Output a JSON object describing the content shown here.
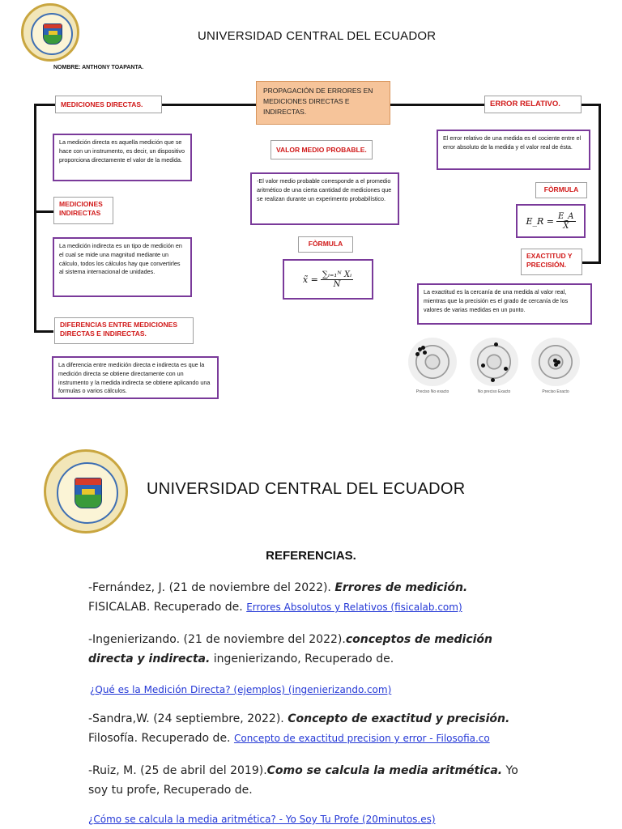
{
  "header": {
    "university": "UNIVERSIDAD CENTRAL DEL ECUADOR",
    "student": "NOMBRE: ANTHONY TOAPANTA."
  },
  "map": {
    "center_title": "PROPAGACIÓN DE ERRORES EN MEDICIONES DIRECTAS E INDIRECTAS.",
    "left": {
      "directas_label": "MEDICIONES DIRECTAS.",
      "directas_text": "La medición directa es aquella medición que se hace con un instrumento, es decir, un dispositivo proporciona directamente el valor de la medida.",
      "indirectas_label": "MEDICIONES INDIRECTAS",
      "indirectas_text": "La medición indirecta es un tipo de medición en el cual se mide una magnitud mediante un cálculo, todos los cálculos hay que convertirles al sistema internacional de unidades.",
      "diferencias_label": "DIFERENCIAS ENTRE MEDICIONES DIRECTAS E INDIRECTAS.",
      "diferencias_text": "La diferencia entre medición directa e indirecta es que la medición directa se obtiene directamente con un instrumento y la medida indirecta se obtiene aplicando una formulas o varios cálculos."
    },
    "middle": {
      "valor_label": "VALOR MEDIO PROBABLE.",
      "valor_text": "-El valor medio probable corresponde a el promedio aritmético de una cierta cantidad de mediciones que se realizan durante un experimento probabilístico.",
      "formula_label": "FÒRMULA",
      "formula_lhs": "x̃ =",
      "formula_num": "∑ᵢ₌₁ᴺ Xᵢ",
      "formula_den": "N"
    },
    "right": {
      "error_label": "ERROR RELATIVO.",
      "error_text": "El error relativo de una medida es el cociente entre el error absoluto de la medida y el valor real de ésta.",
      "formula_label": "FÒRMULA",
      "formula_lhs": "E_R =",
      "formula_num": "E_A",
      "formula_den": "X̄",
      "exactitud_label": "EXACTITUD Y PRECISIÓN.",
      "exactitud_text": "La exactitud es la cercanía de una medida al valor real, mientras que la precisión es el grado de cercanía de los valores de varias medidas en un punto.",
      "targets": [
        {
          "caption": "Preciso No exacto"
        },
        {
          "caption": "No preciso Exacto"
        },
        {
          "caption": "Preciso Exacto"
        }
      ]
    }
  },
  "references": {
    "university": "UNIVERSIDAD CENTRAL DEL ECUADOR",
    "title": "REFERENCIAS.",
    "items": [
      {
        "pre": "-Fernández, J. (21 de noviembre del 2022). ",
        "em": "Errores de medición.",
        "post": " FISICALAB. Recuperado de. ",
        "link": "Errores Absolutos y Relativos (fisicalab.com)"
      },
      {
        "pre": "-Ingenierizando. (21 de noviembre del 2022).",
        "em": "conceptos de medición directa y indirecta.",
        "post": " ingenierizando, Recuperado de.",
        "link": "¿Qué es la Medición Directa? (ejemplos) (ingenierizando.com)"
      },
      {
        "pre": "-Sandra,W. (24 septiembre, 2022). ",
        "em": "Concepto de exactitud y precisión.",
        "post": " Filosofía. Recuperado de. ",
        "link": "Concepto de exactitud precision y error - Filosofia.co"
      },
      {
        "pre": "-Ruiz, M. (25 de abril del 2019).",
        "em": "Como se calcula la media aritmética.",
        "post": " Yo soy tu profe, Recuperado de.",
        "link": "¿Cómo se calcula la media aritmética? - Yo Soy Tu Profe (20minutos.es)"
      }
    ]
  }
}
